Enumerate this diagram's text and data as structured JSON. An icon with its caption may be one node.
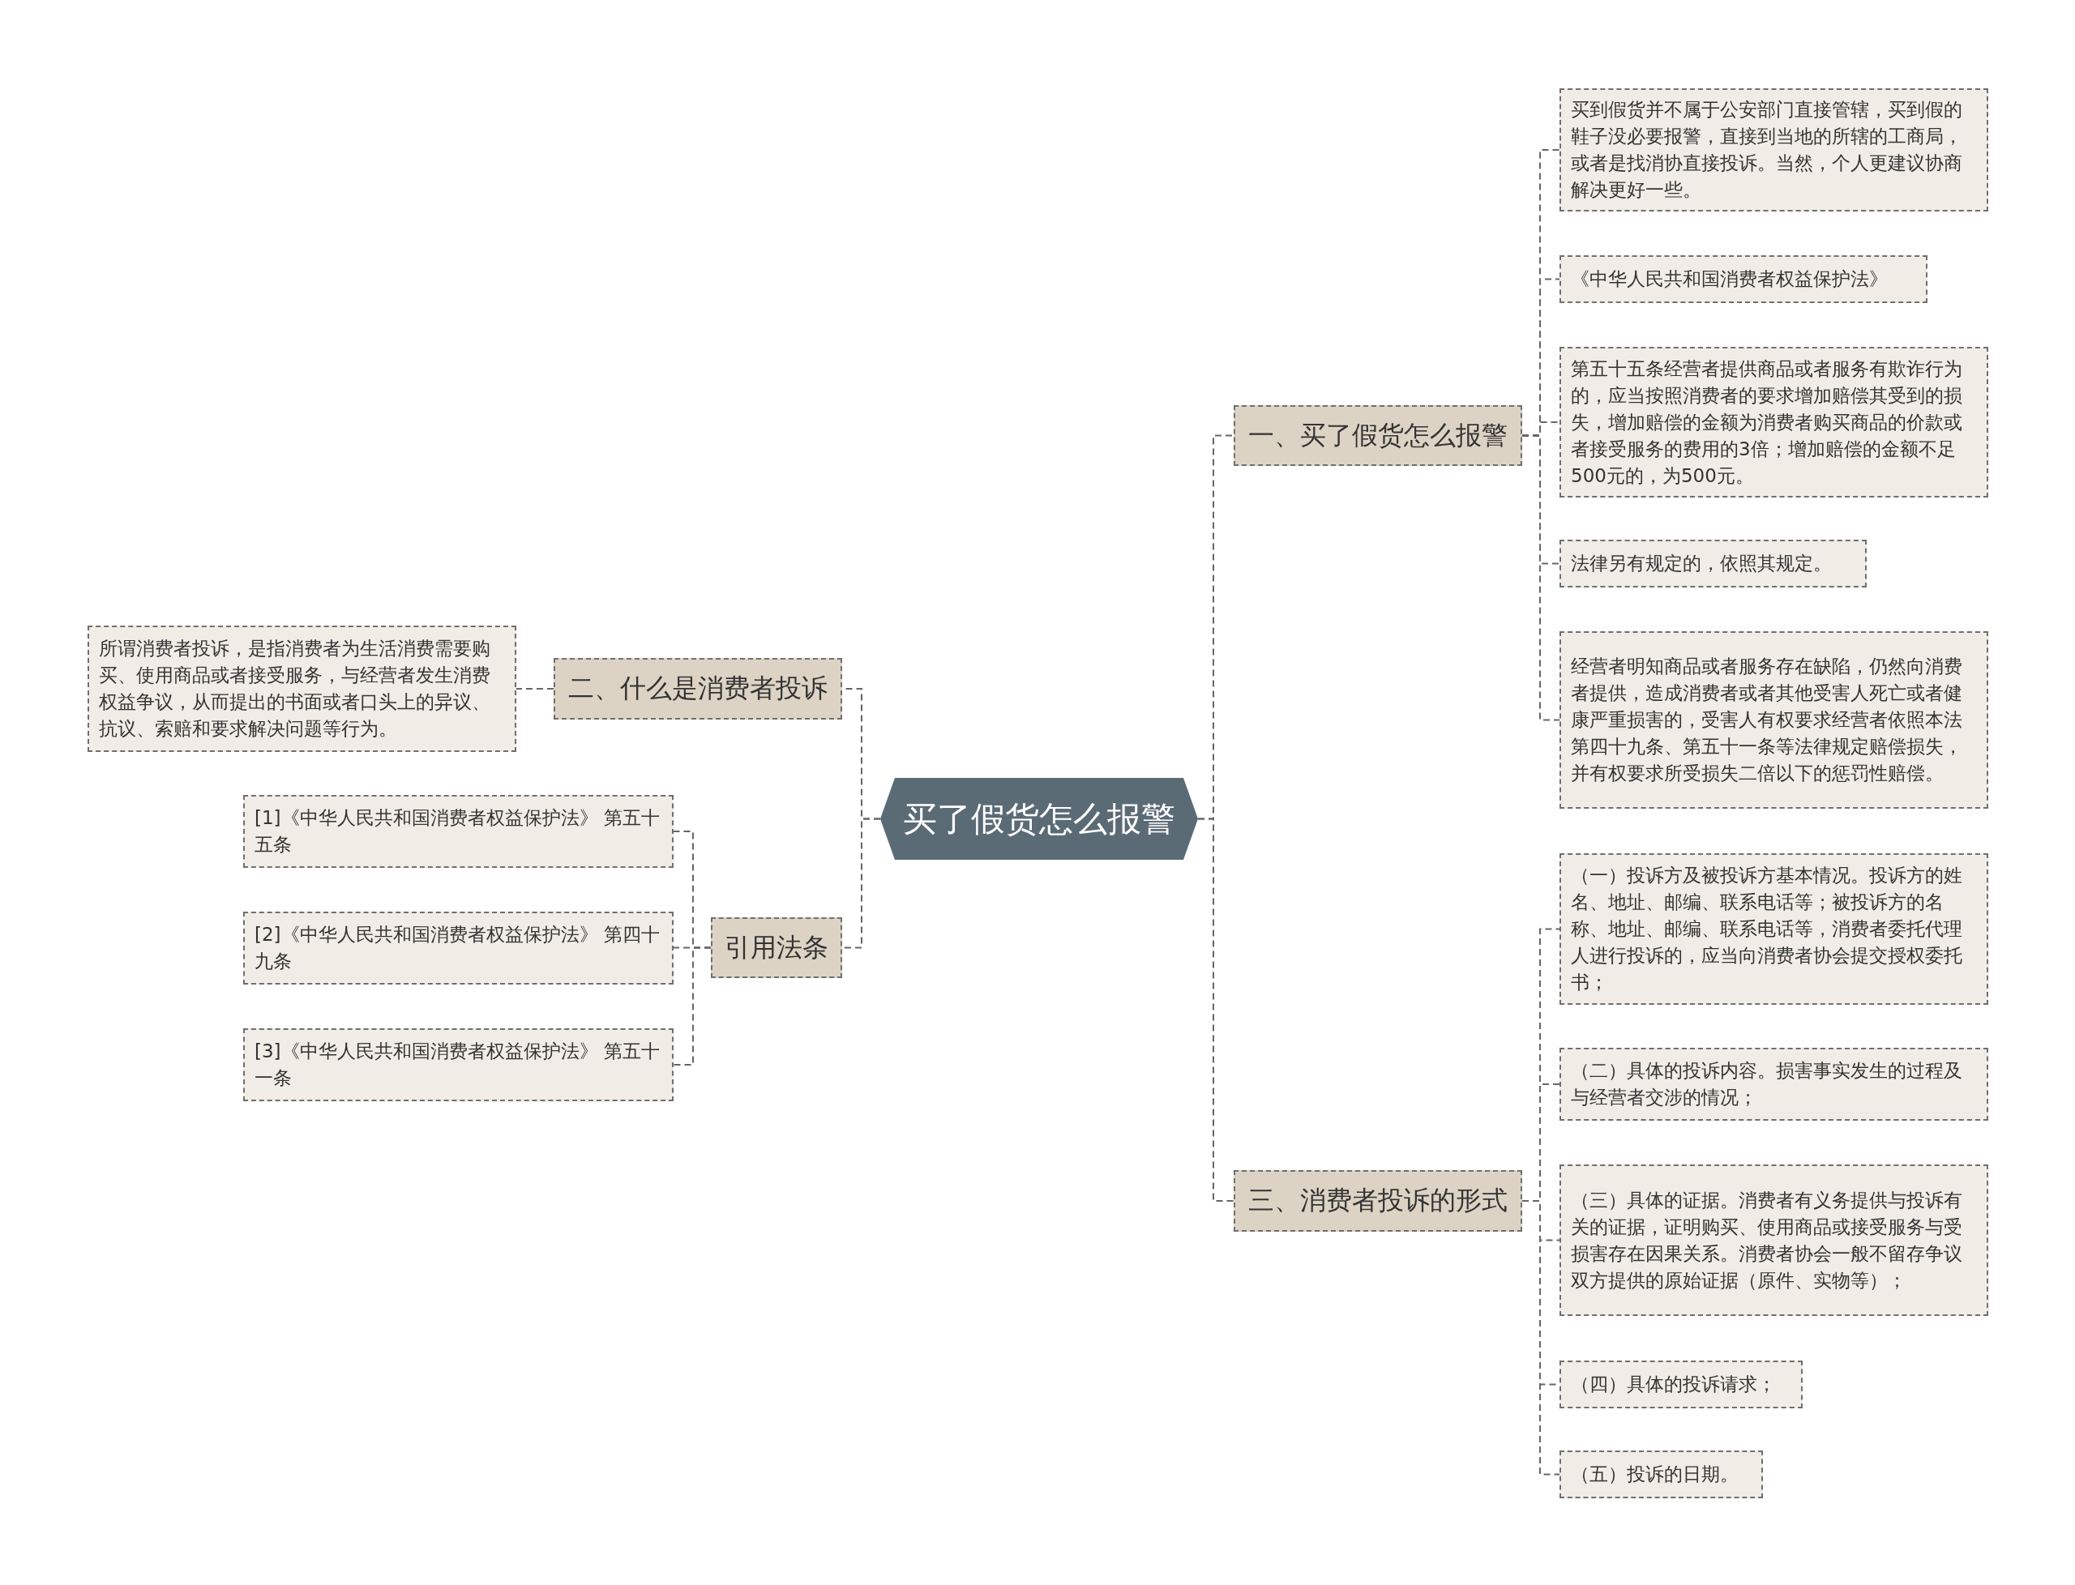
{
  "diagram": {
    "nodes": [
      {
        "text": [
          "买了假货怎么报警"
        ]
      },
      {
        "text": [
          "一、买了假货怎么报警"
        ]
      },
      {
        "text": [
          "买到假货并不属于公安部门直接管辖，买到假的鞋子没必要报警，直接到当地的所辖的工商局，或者是找消协直接投诉。当然，个人更建议协商解决更好一些。"
        ]
      },
      {
        "text": [
          "《中华人民共和国消费者权益保护法》"
        ]
      },
      {
        "text": [
          "第五十五条经营者提供商品或者服务有欺诈行为的，应当按照消费者的要求增加赔偿其受到的损失，增加赔偿的金额为消费者购买商品的价款或者接受服务的费用的3倍；增加赔偿的金额不足500元的，为500元。"
        ]
      },
      {
        "text": [
          "法律另有规定的，依照其规定。"
        ]
      },
      {
        "text": [
          "经营者明知商品或者服务存在缺陷，仍然向消费者提供，造成消费者或者其他受害人死亡或者健康严重损害的，受害人有权要求经营者依照本法第四十九条、第五十一条等法律规定赔偿损失，并有权要求所受损失二倍以下的惩罚性赔偿。"
        ]
      },
      {
        "text": [
          "二、什么是消费者投诉"
        ]
      },
      {
        "text": [
          "所谓消费者投诉，是指消费者为生活消费需要购买、使用商品或者接受服务，与经营者发生消费权益争议，从而提出的书面或者口头上的异议、抗议、索赔和要求解决问题等行为。"
        ]
      },
      {
        "text": [
          "引用法条"
        ]
      },
      {
        "text": [
          "[1]《中华人民共和国消费者权益保护法》 第五十五条"
        ]
      },
      {
        "text": [
          "[2]《中华人民共和国消费者权益保护法》 第四十九条"
        ]
      },
      {
        "text": [
          "[3]《中华人民共和国消费者权益保护法》 第五十一条"
        ]
      },
      {
        "text": [
          "三、消费者投诉的形式"
        ]
      },
      {
        "text": [
          "（一）投诉方及被投诉方基本情况。投诉方的姓名、地址、邮编、联系电话等；被投诉方的名称、地址、邮编、联系电话等，消费者委托代理人进行投诉的，应当向消费者协会提交授权委托书；"
        ]
      },
      {
        "text": [
          "（二）具体的投诉内容。损害事实发生的过程及与经营者交涉的情况；"
        ]
      },
      {
        "text": [
          "（三）具体的证据。消费者有义务提供与投诉有关的证据，证明购买、使用商品或接受服务与受损害存在因果关系。消费者协会一般不留存争议双方提供的原始证据（原件、实物等）；"
        ]
      },
      {
        "text": [
          "（四）具体的投诉请求；"
        ]
      },
      {
        "text": [
          "（五）投诉的日期。"
        ]
      }
    ],
    "edges": [
      {
        "from": 0,
        "to": 1,
        "arrow": "none"
      },
      {
        "from": 1,
        "to": 2,
        "arrow": "none"
      },
      {
        "from": 1,
        "to": 3,
        "arrow": "none"
      },
      {
        "from": 1,
        "to": 4,
        "arrow": "none"
      },
      {
        "from": 1,
        "to": 5,
        "arrow": "none"
      },
      {
        "from": 1,
        "to": 6,
        "arrow": "none"
      },
      {
        "from": 0,
        "to": 7,
        "arrow": "none"
      },
      {
        "from": 7,
        "to": 8,
        "arrow": "none"
      },
      {
        "from": 0,
        "to": 9,
        "arrow": "none"
      },
      {
        "from": 9,
        "to": 10,
        "arrow": "none"
      },
      {
        "from": 9,
        "to": 11,
        "arrow": "none"
      },
      {
        "from": 9,
        "to": 12,
        "arrow": "none"
      },
      {
        "from": 0,
        "to": 13,
        "arrow": "none"
      },
      {
        "from": 13,
        "to": 14,
        "arrow": "none"
      },
      {
        "from": 13,
        "to": 15,
        "arrow": "none"
      },
      {
        "from": 13,
        "to": 16,
        "arrow": "none"
      },
      {
        "from": 13,
        "to": 17,
        "arrow": "none"
      },
      {
        "from": 13,
        "to": 18,
        "arrow": "none"
      }
    ]
  }
}
